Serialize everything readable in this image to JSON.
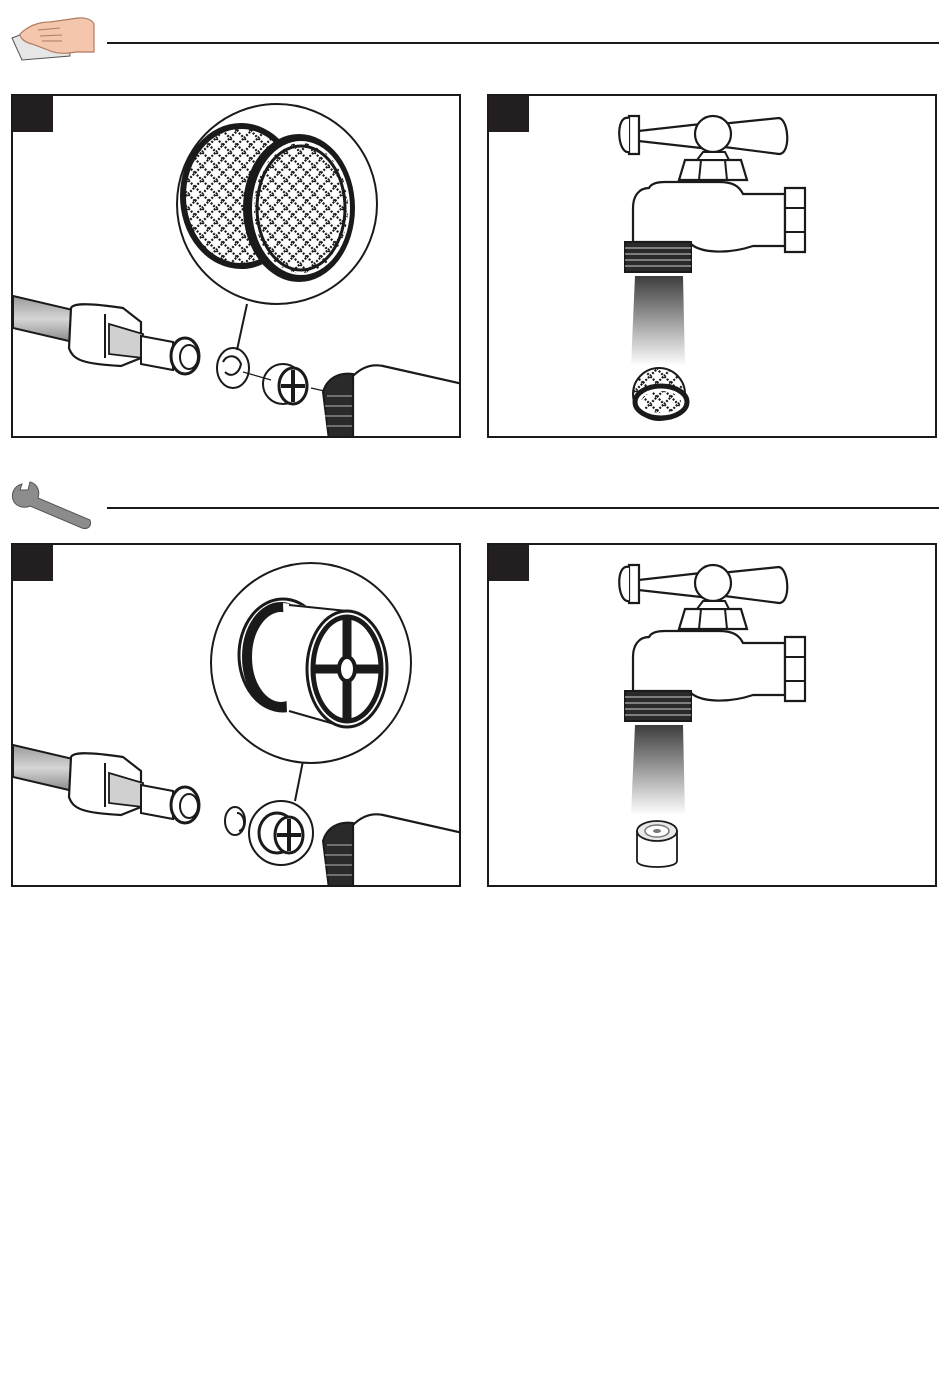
{
  "sections": [
    {
      "icon": "cleaning-cloth-hand-icon",
      "panels": [
        {
          "step_label": "",
          "illustration": "strainer-removal"
        },
        {
          "step_label": "",
          "illustration": "faucet-rinse-strainer"
        }
      ]
    },
    {
      "icon": "wrench-icon",
      "panels": [
        {
          "step_label": "",
          "illustration": "flow-restrictor-removal"
        },
        {
          "step_label": "",
          "illustration": "faucet-rinse-restrictor"
        }
      ]
    }
  ],
  "colors": {
    "ink": "#1a1a1a",
    "badge": "#231f20",
    "skin": "#f3c6ad",
    "tool": "#8c8c8c",
    "hose": "#b5b5b5"
  }
}
